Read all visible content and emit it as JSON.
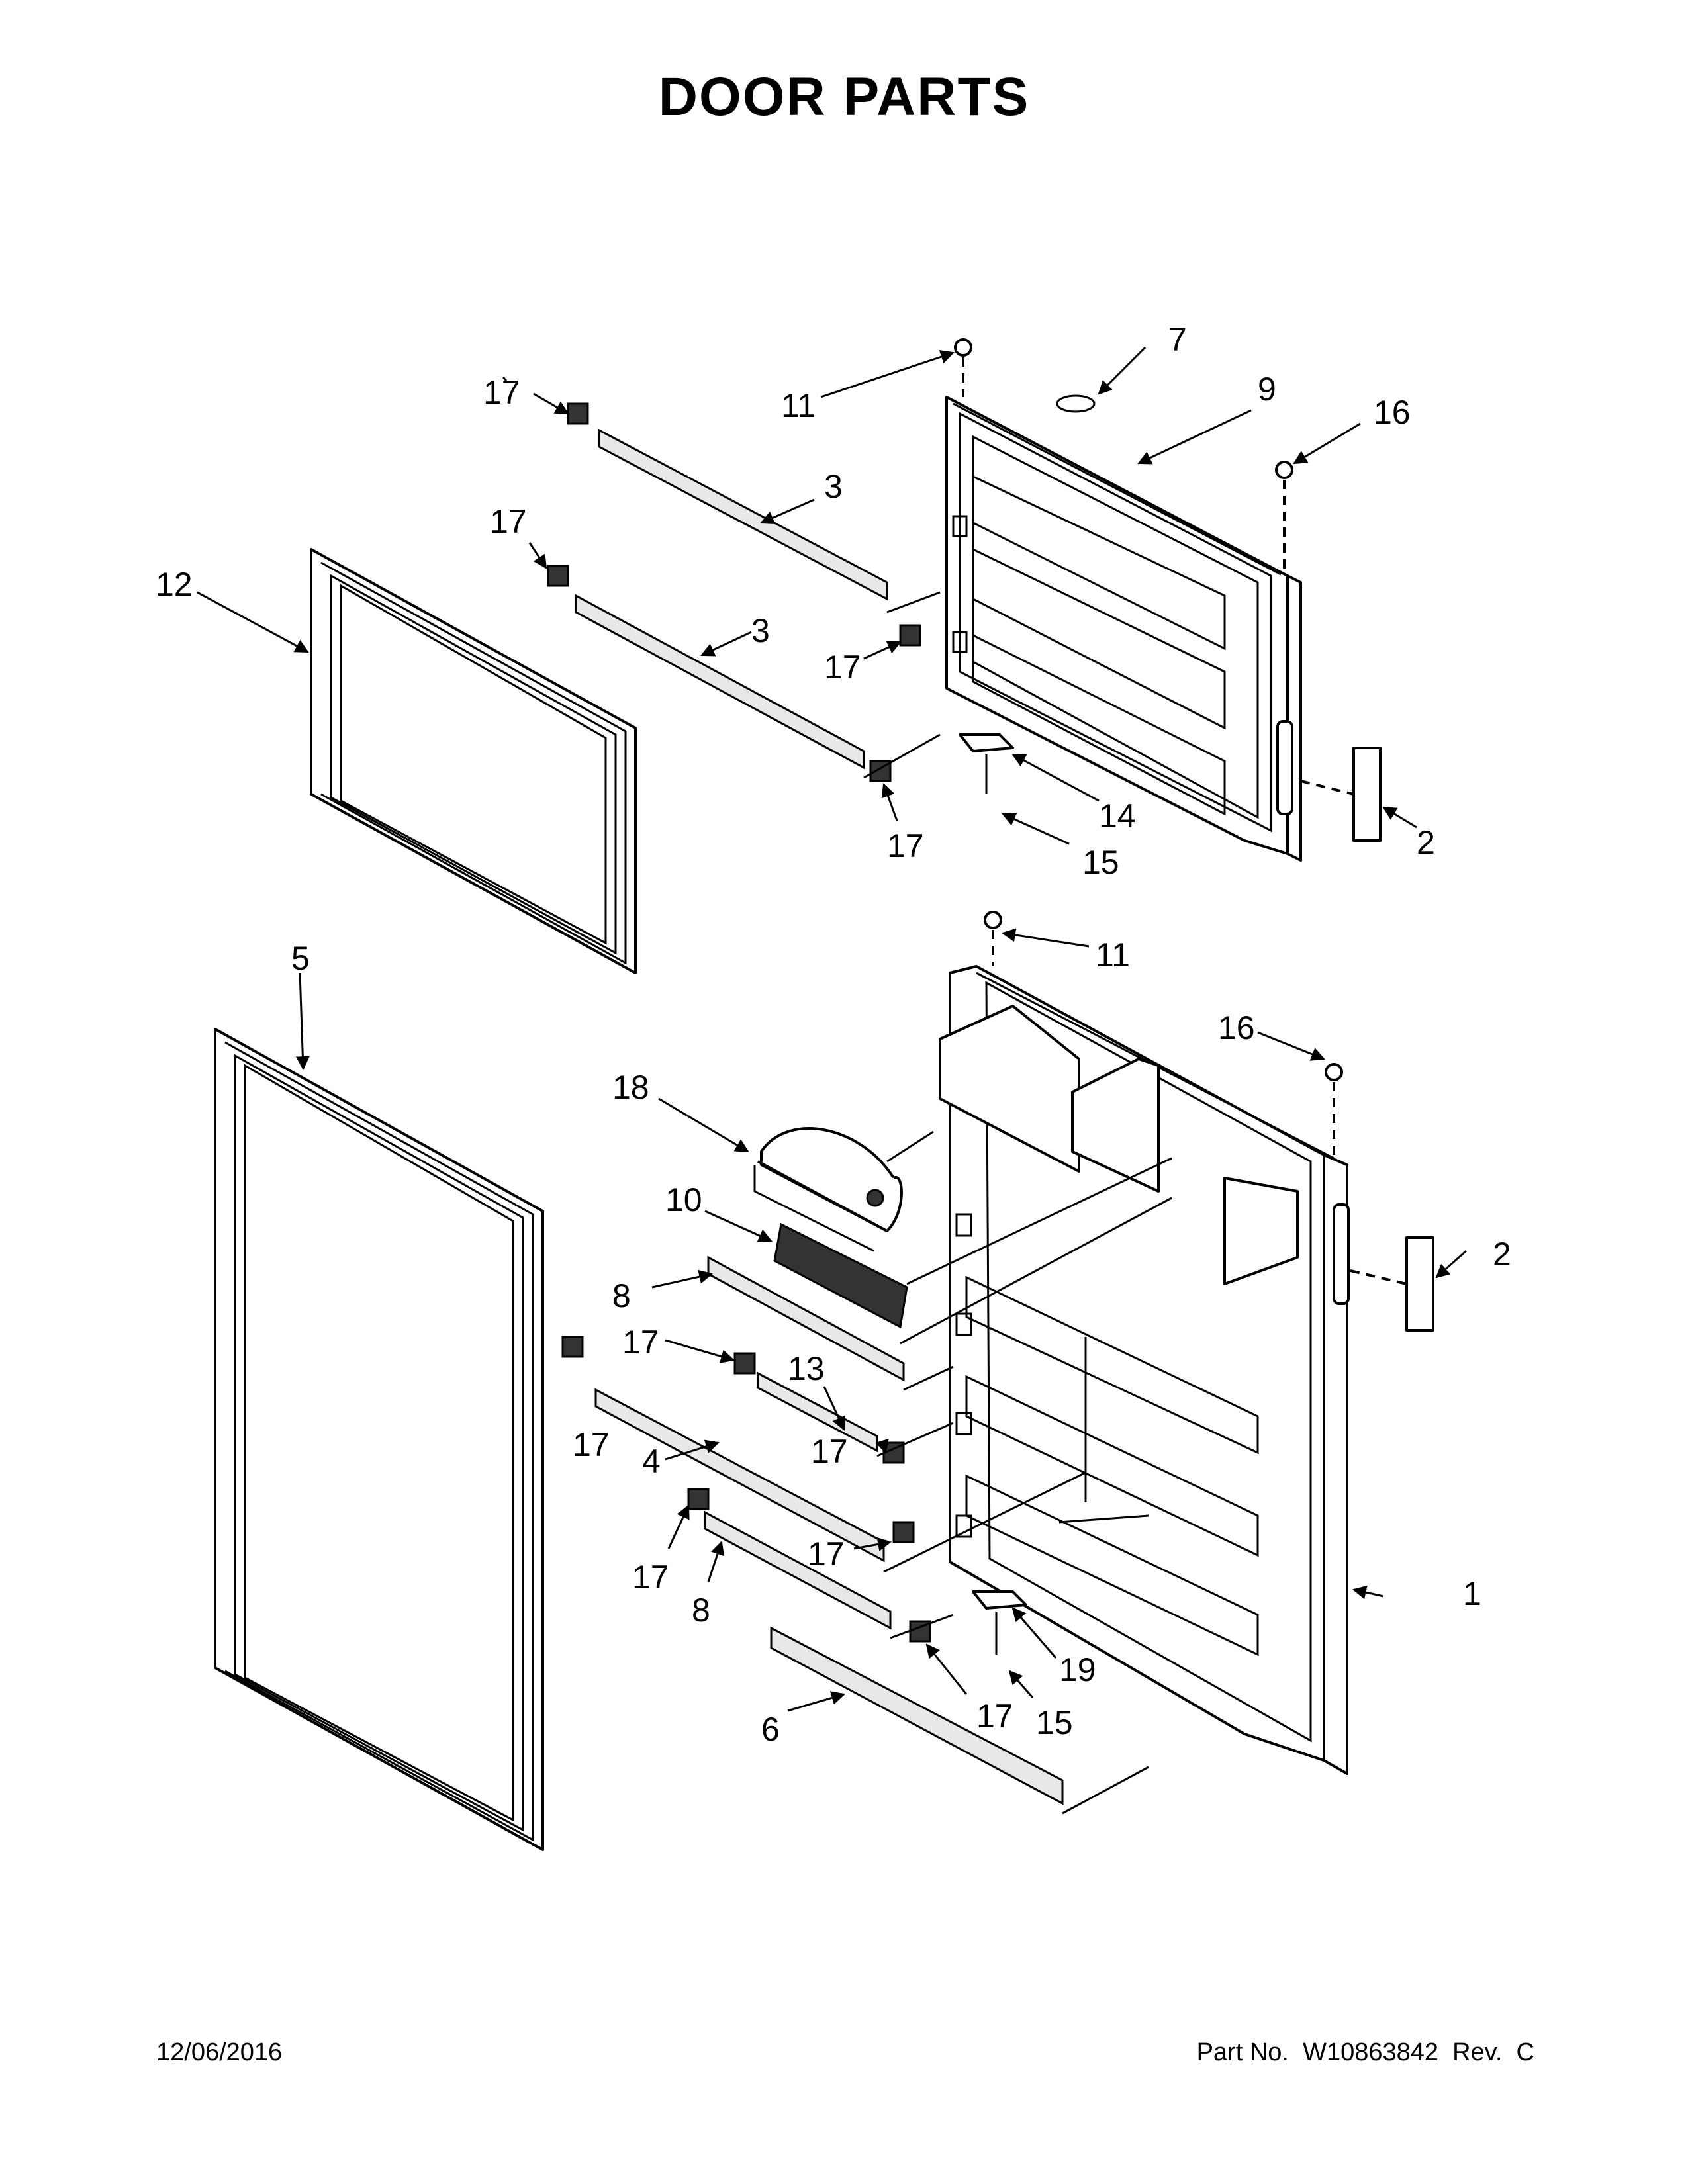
{
  "title": "DOOR PARTS",
  "footer": {
    "date": "12/06/2016",
    "part_number": "Part No.  W10863842  Rev.  C"
  },
  "callouts": {
    "c1": "1",
    "c2a": "2",
    "c2b": "2",
    "c3a": "3",
    "c3b": "3",
    "c4": "4",
    "c5": "5",
    "c6": "6",
    "c7": "7",
    "c8a": "8",
    "c8b": "8",
    "c9": "9",
    "c10": "10",
    "c11a": "11",
    "c11b": "11",
    "c12": "12",
    "c13": "13",
    "c14": "14",
    "c15a": "15",
    "c15b": "15",
    "c16a": "16",
    "c16b": "16",
    "c17a": "17",
    "c17b": "17",
    "c17c": "17",
    "c17d": "17",
    "c17e": "17",
    "c17f": "17",
    "c17g": "17",
    "c17h": "17",
    "c17i": "17",
    "c17j": "17",
    "c18": "18",
    "c19": "19"
  }
}
